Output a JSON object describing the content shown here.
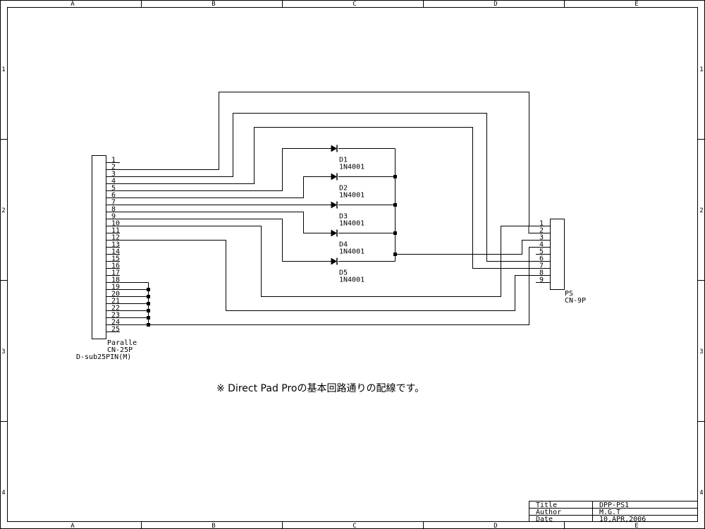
{
  "frame": {
    "cols": [
      "A",
      "B",
      "C",
      "D",
      "E"
    ],
    "rows": [
      "1",
      "2",
      "3",
      "4"
    ]
  },
  "parallel": {
    "pins": [
      "1",
      "2",
      "3",
      "4",
      "5",
      "6",
      "7",
      "8",
      "9",
      "10",
      "11",
      "12",
      "13",
      "14",
      "15",
      "16",
      "17",
      "18",
      "19",
      "20",
      "21",
      "22",
      "23",
      "24",
      "25"
    ],
    "name": "Paralle",
    "part": "CN-25P",
    "desc": "D-sub25PIN(M)"
  },
  "ps": {
    "pins": [
      "1",
      "2",
      "3",
      "4",
      "5",
      "6",
      "7",
      "8",
      "9"
    ],
    "name": "PS",
    "part": "CN-9P"
  },
  "diodes": [
    {
      "ref": "D1",
      "part": "1N4001"
    },
    {
      "ref": "D2",
      "part": "1N4001"
    },
    {
      "ref": "D3",
      "part": "1N4001"
    },
    {
      "ref": "D4",
      "part": "1N4001"
    },
    {
      "ref": "D5",
      "part": "1N4001"
    }
  ],
  "note": "※ Direct Pad Proの基本回路通りの配線です。",
  "title_block": {
    "title_label": "Title",
    "title_value": "DPP-PS1",
    "author_label": "Author",
    "author_value": "M.G.T",
    "date_label": "Date",
    "date_value": "10,APR,2006"
  }
}
